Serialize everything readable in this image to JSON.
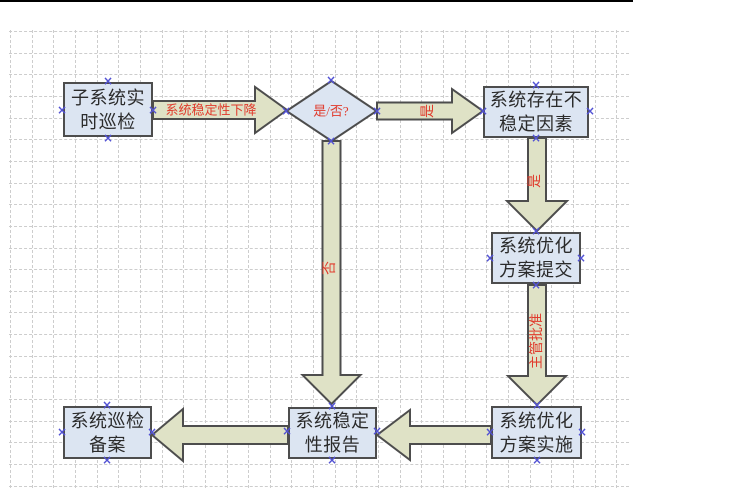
{
  "nodes": {
    "realtime": {
      "label": "子系统实\n时巡检"
    },
    "decision": {
      "label": "是/否?"
    },
    "unstable": {
      "label": "系统存在不\n稳定因素"
    },
    "submit": {
      "label": "系统优化\n方案提交"
    },
    "implement": {
      "label": "系统优化\n方案实施"
    },
    "report": {
      "label": "系统稳定\n性报告"
    },
    "record": {
      "label": "系统巡检\n备案"
    }
  },
  "edges": {
    "stability_drop": {
      "label": "系统稳定性下降"
    },
    "yes_decision": {
      "label": "是"
    },
    "yes_confirm": {
      "label": "是"
    },
    "supervisor_approval": {
      "label": "主管批准"
    },
    "no": {
      "label": "否"
    }
  },
  "colors": {
    "node_fill": "#dce5f2",
    "arrow_fill": "#dfe2c6",
    "outline": "#4d4d4d",
    "label_red": "#e03a2c",
    "handle_blue": "#5252d4",
    "grid_line": "#cdcdcd"
  }
}
